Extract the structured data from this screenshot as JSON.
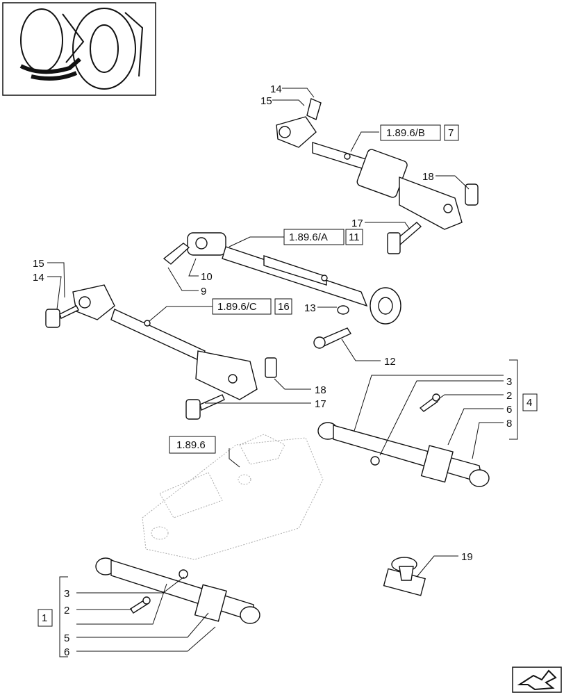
{
  "callouts": {
    "c14a": "14",
    "c15a": "15",
    "c18a": "18",
    "c17a": "17",
    "c10": "10",
    "c9": "9",
    "c15b": "15",
    "c14b": "14",
    "c13": "13",
    "c12": "12",
    "c18b": "18",
    "c17b": "17",
    "c3a": "3",
    "c2a": "2",
    "c6a": "6",
    "c8": "8",
    "c19": "19",
    "c3b": "3",
    "c2b": "2",
    "c5": "5",
    "c6b": "6"
  },
  "refs": {
    "ref_b": "1.89.6/B",
    "ref_b_qty": "7",
    "ref_a": "1.89.6/A",
    "ref_a_qty": "11",
    "ref_c": "1.89.6/C",
    "ref_c_qty": "16",
    "ref_base": "1.89.6",
    "group_right": "4",
    "group_left": "1"
  }
}
